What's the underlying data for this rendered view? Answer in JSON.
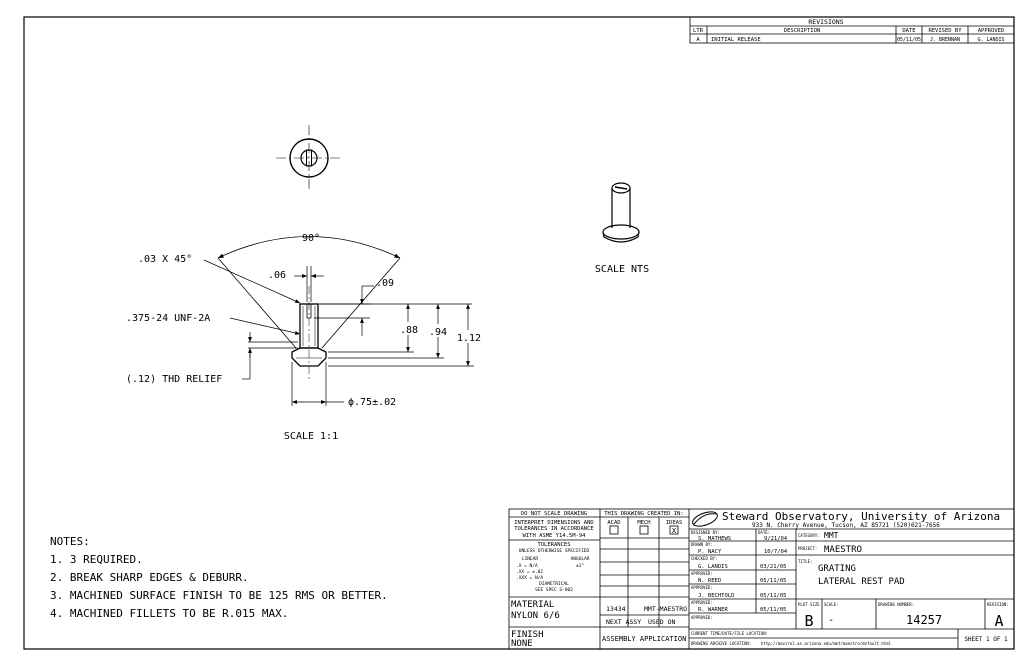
{
  "revisions": {
    "title": "REVISIONS",
    "headers": {
      "ltr": "LTR",
      "description": "DESCRIPTION",
      "date": "DATE",
      "revised_by": "REVISED BY",
      "approved": "APPROVED"
    },
    "row": {
      "ltr": "A",
      "description": "INITIAL RELEASE",
      "date": "05/11/05",
      "revised_by": "J. BRENNAN",
      "approved": "G. LANDIS"
    }
  },
  "drawing": {
    "angle_label": "90°",
    "chamfer_label": ".03 X 45°",
    "slot_width_label": ".06",
    "slot_depth_label": ".09",
    "thread_label": ".375-24 UNF-2A",
    "dim_88": ".88",
    "dim_94": ".94",
    "dim_112": "1.12",
    "relief_label": "(.12) THD RELIEF",
    "diameter_label": "ϕ.75±.02",
    "scale_main": "SCALE 1:1",
    "scale_iso": "SCALE NTS"
  },
  "notes": {
    "title": "NOTES:",
    "items": [
      "1. 3 REQUIRED.",
      "2. BREAK SHARP EDGES & DEBURR.",
      "3. MACHINED SURFACE FINISH TO BE 125 RMS OR BETTER.",
      "4. MACHINED FILLETS TO BE R.015 MAX."
    ]
  },
  "titleblock": {
    "do_not_scale": "DO NOT SCALE DRAWING",
    "interpret_1": "INTERPRET DIMENSIONS AND",
    "interpret_2": "TOLERANCES IN ACCORDANCE",
    "interpret_3": "WITH ASME Y14.5M-94",
    "tolerances": "TOLERANCES",
    "unless": "UNLESS OTHERWISE SPECIFIED",
    "linear": "LINEAR",
    "angular": "ANGULAR",
    "tol_x": ".X   = N/A",
    "tol_xx": ".XX  = ±.02",
    "tol_xxx": ".XXX = N/A",
    "tol_ang": "±1°",
    "diametrical": "DIAMETRICAL",
    "see_spec": "SEE SPEC S-002",
    "material_label": "MATERIAL",
    "material": "NYLON 6/6",
    "finish_label": "FINISH",
    "finish": "NONE",
    "created_in": "THIS DRAWING CREATED IN:",
    "acad": "ACAD",
    "mech": "MECH",
    "ideas": "IDEAS",
    "ideas_mark": "X",
    "next_assy_value": "13434",
    "used_on_value": "MMT-MAESTRO",
    "next_assy": "NEXT ASSY",
    "used_on": "USED ON",
    "assembly_app": "ASSEMBLY APPLICATION",
    "org": "Steward Observatory, University of Arizona",
    "address": "933 N. Cherry Avenue, Tucson, AZ  85721   (520)621-7656",
    "designed_by_label": "DESIGNED BY:",
    "designed_by": "S. MATHEWS",
    "date_label": "DATE:",
    "designed_date": "9/21/04",
    "drawn_by_label": "DRAWN BY:",
    "drawn_by": "P. NACY",
    "drawn_date": "10/7/04",
    "checked_label": "CHECKED BY:",
    "checked_by": "G. LANDIS",
    "checked_date": "03/21/05",
    "approved1_label": "APPROVED:",
    "approved1": "N. REED",
    "approved1_date": "05/11/05",
    "approved2_label": "APPROVED:",
    "approved2": "J. BECHTOLD",
    "approved2_date": "05/11/05",
    "approved3_label": "APPROVED:",
    "approved3": "R. WARNER",
    "approved3_date": "05/11/05",
    "approved4_label": "APPROVED:",
    "category_label": "CATEGORY:",
    "category": "MMT",
    "project_label": "PROJECT:",
    "project": "MAESTRO",
    "title_label": "TITLE:",
    "title_1": "GRATING",
    "title_2": "LATERAL REST PAD",
    "plot_size_label": "PLOT SIZE",
    "plot_size": "B",
    "scale_label": "SCALE:",
    "scale": "-",
    "dwg_no_label": "DRAWING NUMBER:",
    "dwg_no": "14257",
    "revision_label": "REVISION:",
    "revision": "A",
    "current_time_label": "CURRENT TIME/DATE/FILE LOCATION:",
    "archive_label": "DRAWING ARCHIVE LOCATION:",
    "archive_path": "http://mavirol.as.arizona.edu/mmt/maestro/default.html",
    "sheet": "SHEET 1 OF 1"
  }
}
